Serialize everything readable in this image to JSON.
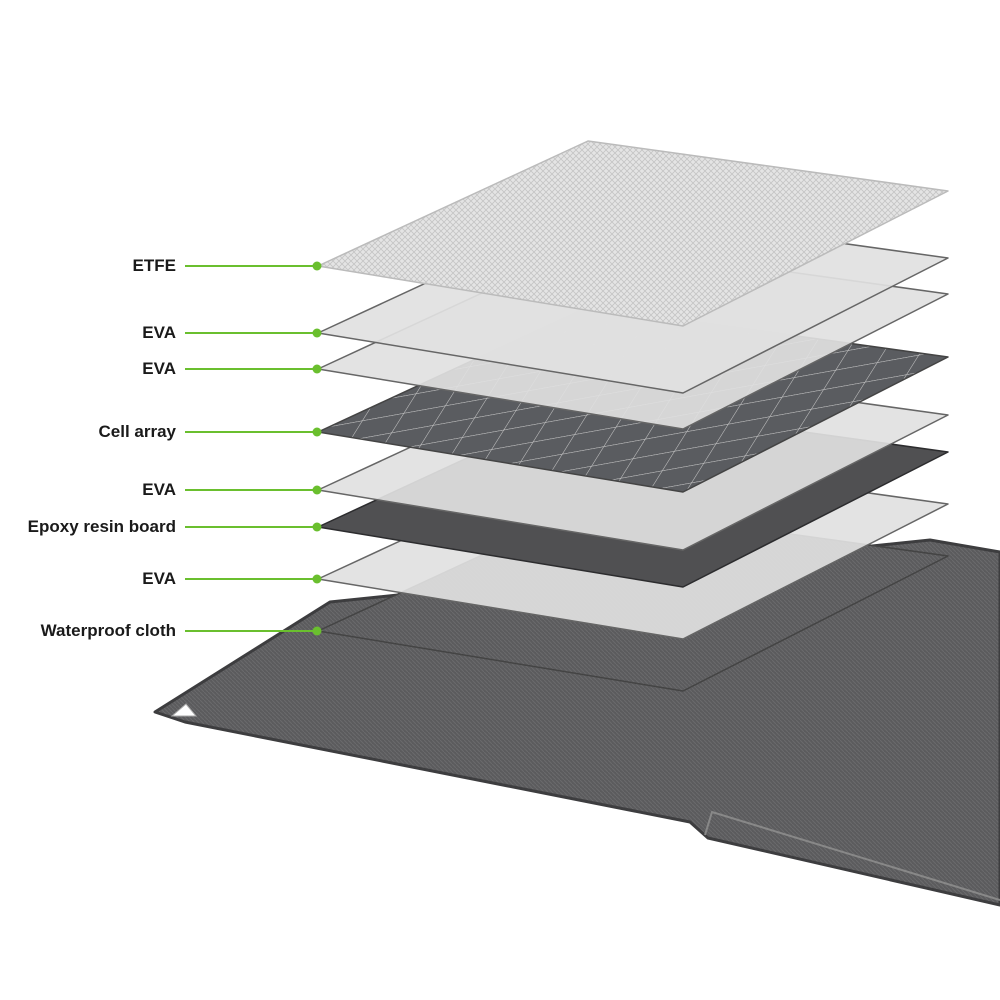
{
  "accent_color": "#6abf2e",
  "layers": [
    {
      "label": "ETFE",
      "kind": "etfe"
    },
    {
      "label": "EVA",
      "kind": "eva"
    },
    {
      "label": "EVA",
      "kind": "eva"
    },
    {
      "label": "Cell array",
      "kind": "cell"
    },
    {
      "label": "EVA",
      "kind": "eva"
    },
    {
      "label": "Epoxy resin board",
      "kind": "epoxy"
    },
    {
      "label": "EVA",
      "kind": "eva"
    },
    {
      "label": "Waterproof cloth",
      "kind": "cloth"
    }
  ]
}
